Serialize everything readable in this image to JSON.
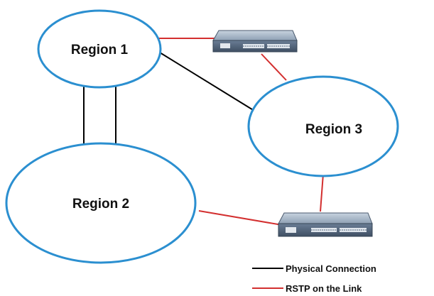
{
  "regions": [
    {
      "label": "Region 1"
    },
    {
      "label": "Region 2"
    },
    {
      "label": "Region 3"
    }
  ],
  "legend": {
    "physical": {
      "label": "Physical Connection",
      "color": "#000000"
    },
    "rstp": {
      "label": "RSTP on the Link",
      "color": "#d32f2f"
    }
  },
  "colors": {
    "region_outline": "#2b8fd0",
    "switch_body": "#5d6f87"
  },
  "devices": [
    {
      "icon": "network-switch-icon"
    },
    {
      "icon": "network-switch-icon"
    }
  ]
}
